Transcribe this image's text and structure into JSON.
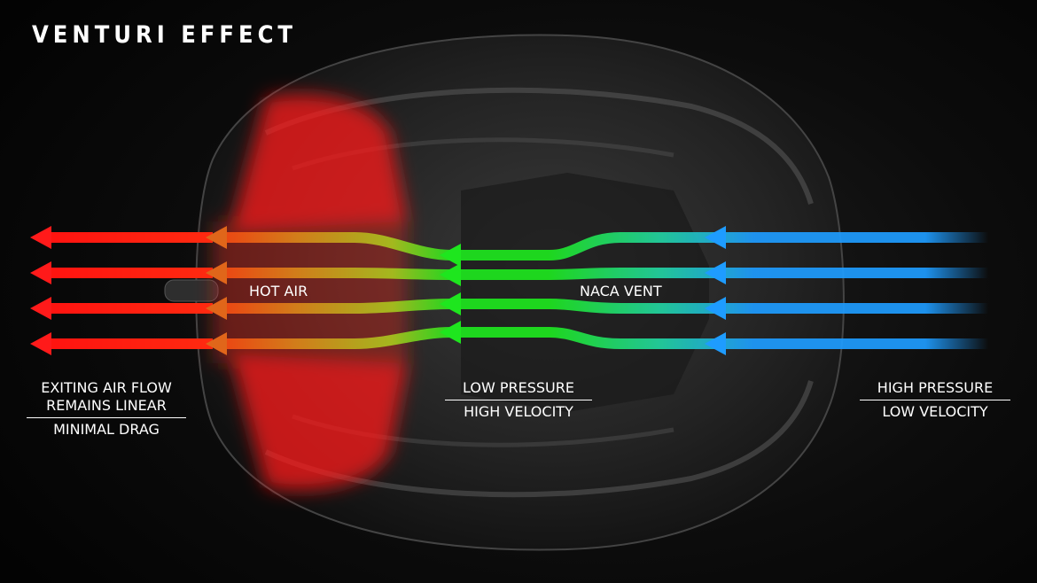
{
  "title": "VENTURI EFFECT",
  "labels": {
    "hot_air": "HOT AIR",
    "naca_vent": "NACA VENT",
    "left": {
      "line1": "EXITING AIR FLOW",
      "line2": "REMAINS LINEAR",
      "line3": "MINIMAL DRAG"
    },
    "middle": {
      "line1": "LOW PRESSURE",
      "line2": "HIGH VELOCITY"
    },
    "right": {
      "line1": "HIGH PRESSURE",
      "line2": "LOW VELOCITY"
    }
  },
  "colors": {
    "background": "#050505",
    "helmet": "#2a2a2a",
    "hot": "#ff1a1a",
    "warm": "#c9a21a",
    "fast": "#1ee61e",
    "transition": "#22d4a0",
    "cool": "#1e9cff",
    "text": "#ffffff"
  },
  "icons": {
    "arrow": "left-arrow-icon"
  }
}
